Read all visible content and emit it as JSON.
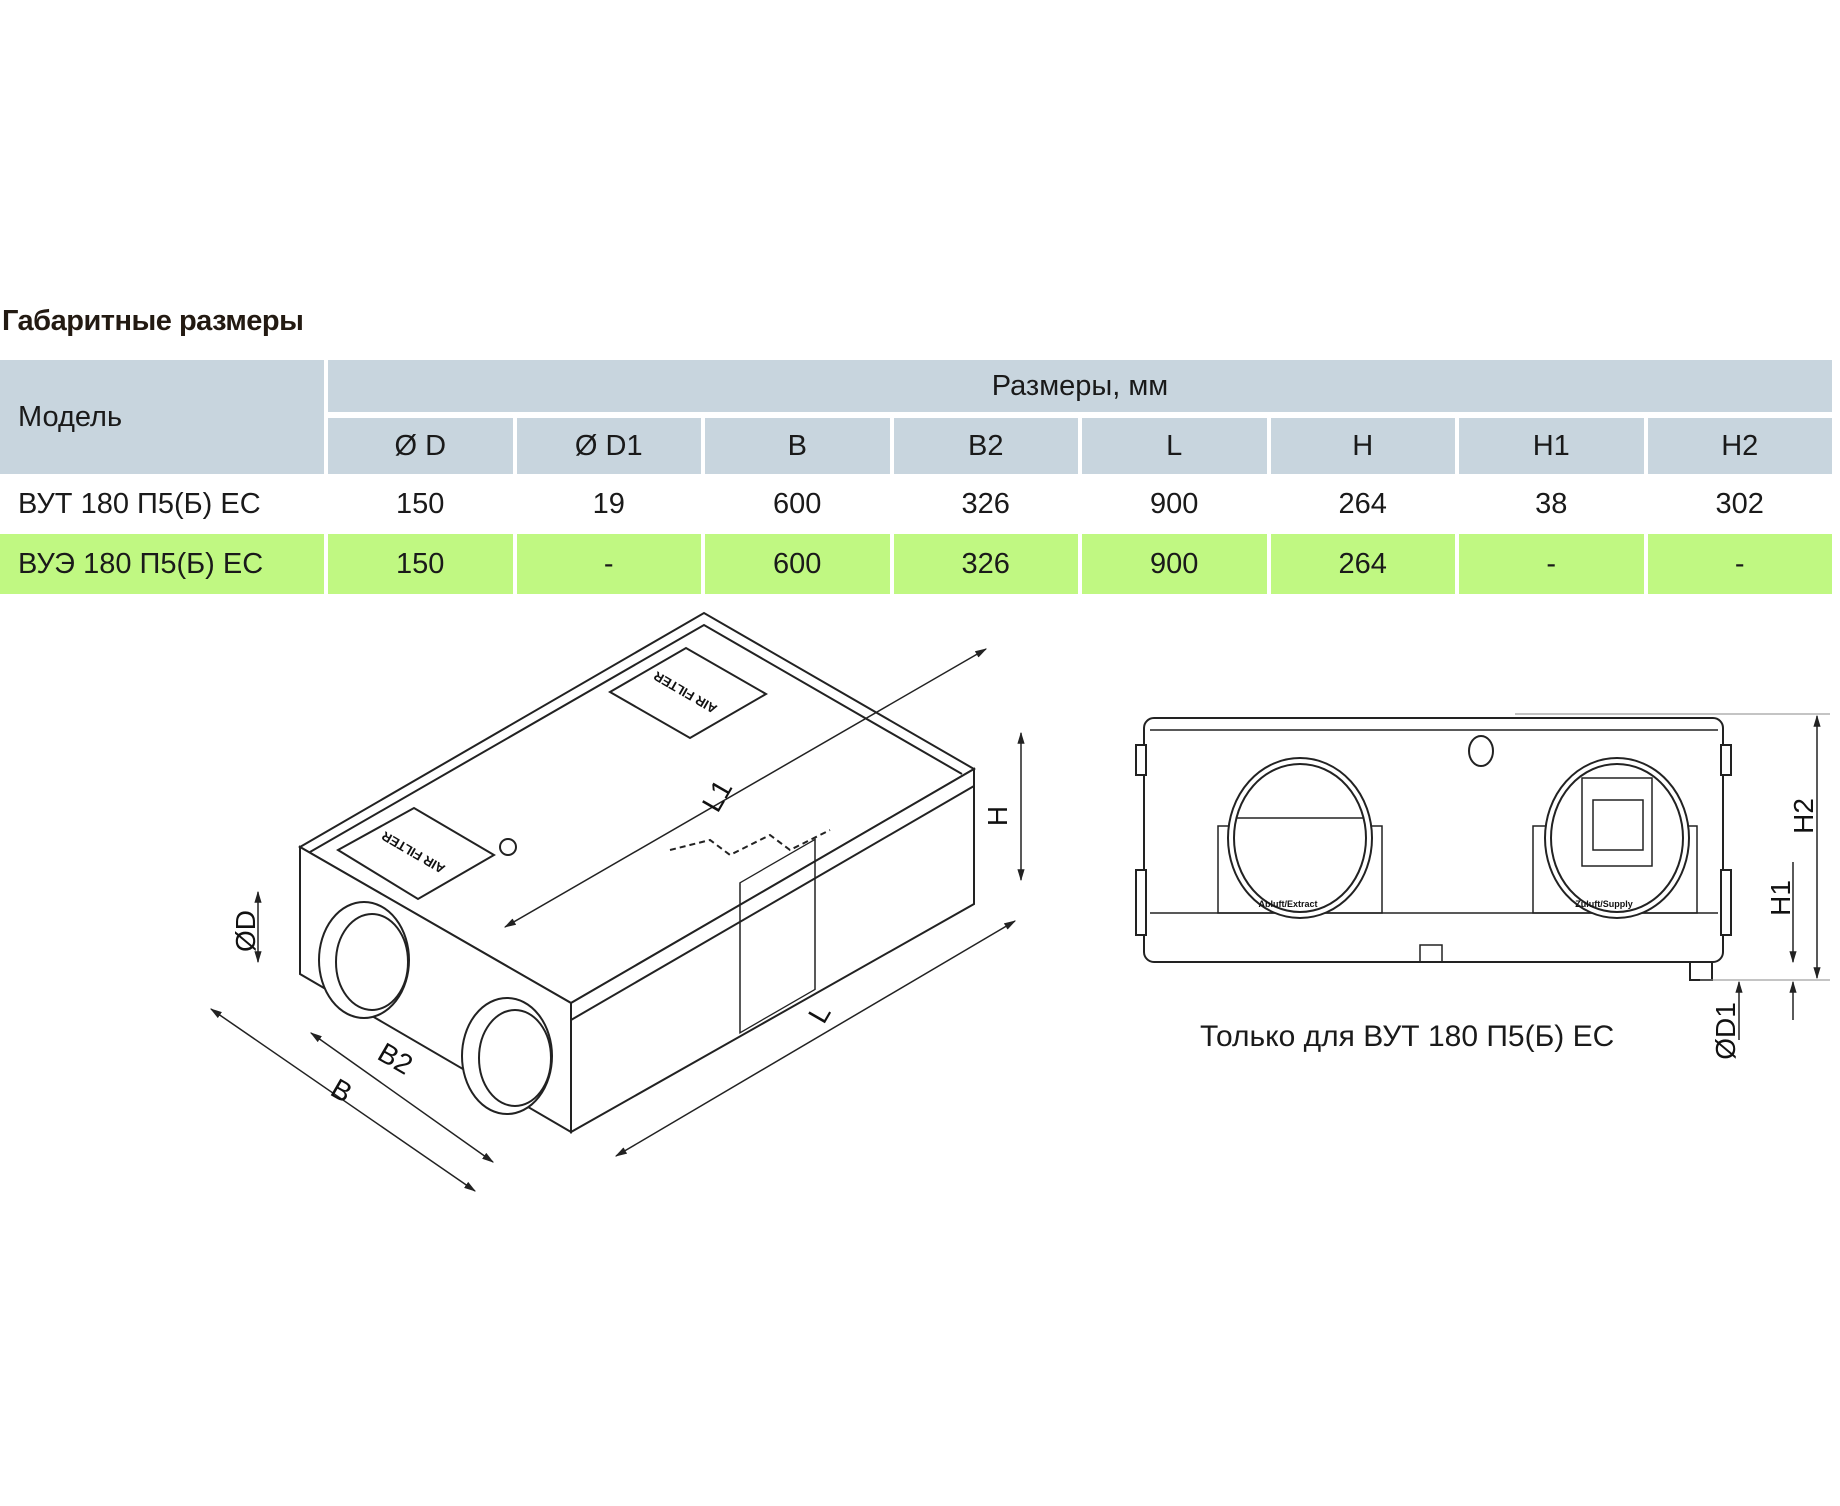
{
  "title": "Габаритные размеры",
  "table": {
    "model_header": "Модель",
    "group_header": "Размеры, мм",
    "columns": [
      "Ø D",
      "Ø D1",
      "B",
      "B2",
      "L",
      "H",
      "H1",
      "H2"
    ],
    "rows": [
      {
        "model": "ВУТ 180 П5(Б) ЕС",
        "values": [
          "150",
          "19",
          "600",
          "326",
          "900",
          "264",
          "38",
          "302"
        ]
      },
      {
        "model": "ВУЭ 180 П5(Б) ЕС",
        "values": [
          "150",
          "-",
          "600",
          "326",
          "900",
          "264",
          "-",
          "-"
        ]
      }
    ]
  },
  "drawing_iso": {
    "labels": {
      "L1": "L1",
      "L": "L",
      "B": "B",
      "B2": "B2",
      "H": "H",
      "D": "ØD"
    },
    "filter_label": "AIR FILTER"
  },
  "drawing_front": {
    "labels": {
      "H1": "H1",
      "H2": "H2",
      "D1": "ØD1"
    },
    "extract_label": "Abluft/Extract",
    "supply_label": "Zuluft/Supply",
    "note": "Только для ВУТ 180 П5(Б) ЕС"
  },
  "colors": {
    "header_bg": "#c8d5de",
    "highlight_row": "#c0f882"
  }
}
